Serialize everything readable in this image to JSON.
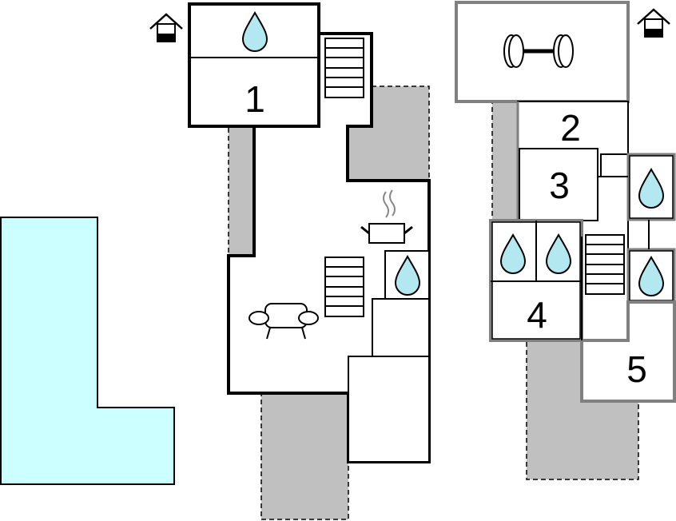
{
  "floorplan": {
    "rooms": [
      {
        "id": "1",
        "label": "1"
      },
      {
        "id": "2",
        "label": "2"
      },
      {
        "id": "3",
        "label": "3"
      },
      {
        "id": "4",
        "label": "4"
      },
      {
        "id": "5",
        "label": "5"
      }
    ],
    "icons": [
      "bathroom-icon",
      "stairs-icon",
      "kitchen-icon",
      "living-room-icon",
      "gym-icon",
      "floor-level-icon"
    ],
    "colors": {
      "pool": "#ccffff",
      "terrace": "#c0c0c0",
      "wall": "#000000",
      "wall_grey": "#808080",
      "water": "#b3e8f0"
    }
  }
}
